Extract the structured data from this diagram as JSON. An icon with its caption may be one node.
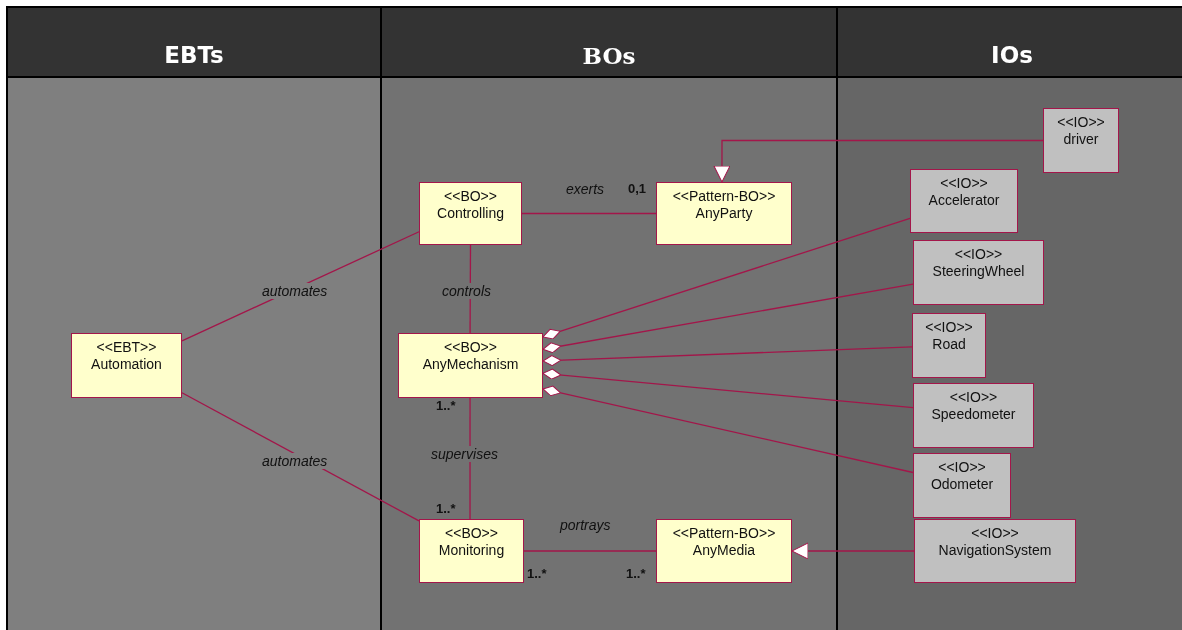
{
  "diagram": {
    "nodes": [
      {
        "text": [
          "EBTs"
        ]
      },
      {
        "text": [
          "BOs"
        ]
      },
      {
        "text": [
          "IOs"
        ]
      },
      {
        "text": [
          "<<EBT>>",
          "Automation"
        ],
        "in": 0
      },
      {
        "text": [
          "<<BO>>",
          "Controlling"
        ],
        "in": 1
      },
      {
        "text": [
          "<<Pattern-BO>>",
          "AnyParty"
        ],
        "in": 1
      },
      {
        "text": [
          "<<BO>>",
          "AnyMechanism"
        ],
        "in": 1
      },
      {
        "text": [
          "<<BO>>",
          "Monitoring"
        ],
        "in": 1
      },
      {
        "text": [
          "<<Pattern-BO>>",
          "AnyMedia"
        ],
        "in": 1
      },
      {
        "text": [
          "<<IO>>",
          "driver"
        ],
        "in": 2
      },
      {
        "text": [
          "<<IO>>",
          "Accelerator"
        ],
        "in": 2
      },
      {
        "text": [
          "<<IO>>",
          "SteeringWheel"
        ],
        "in": 2
      },
      {
        "text": [
          "<<IO>>",
          "Road"
        ],
        "in": 2
      },
      {
        "text": [
          "<<IO>>",
          "Speedometer"
        ],
        "in": 2
      },
      {
        "text": [
          "<<IO>>",
          "Odometer"
        ],
        "in": 2
      },
      {
        "text": [
          "<<IO>>",
          "NavigationSystem"
        ],
        "in": 2
      }
    ],
    "edges": [
      {
        "from": 3,
        "to": 4,
        "arrow": "none",
        "label": "automates"
      },
      {
        "from": 3,
        "to": 7,
        "arrow": "none",
        "label": "automates"
      },
      {
        "from": 4,
        "to": 5,
        "arrow": "none",
        "label": "exerts"
      },
      {
        "from": 4,
        "to": 6,
        "arrow": "none",
        "label": "controls"
      },
      {
        "from": 6,
        "to": 7,
        "arrow": "none",
        "label": "supervises"
      },
      {
        "from": 7,
        "to": 8,
        "arrow": "none",
        "label": "portrays"
      },
      {
        "from": 9,
        "to": 5,
        "arrow": "to"
      },
      {
        "from": 15,
        "to": 8,
        "arrow": "to"
      },
      {
        "from": 10,
        "to": 6,
        "arrow": "other"
      },
      {
        "from": 11,
        "to": 6,
        "arrow": "other"
      },
      {
        "from": 12,
        "to": 6,
        "arrow": "other"
      },
      {
        "from": 13,
        "to": 6,
        "arrow": "other"
      },
      {
        "from": 14,
        "to": 6,
        "arrow": "other"
      }
    ],
    "labels": [
      "0,1",
      "1..*",
      "1..*",
      "1..*",
      "1..*"
    ]
  }
}
